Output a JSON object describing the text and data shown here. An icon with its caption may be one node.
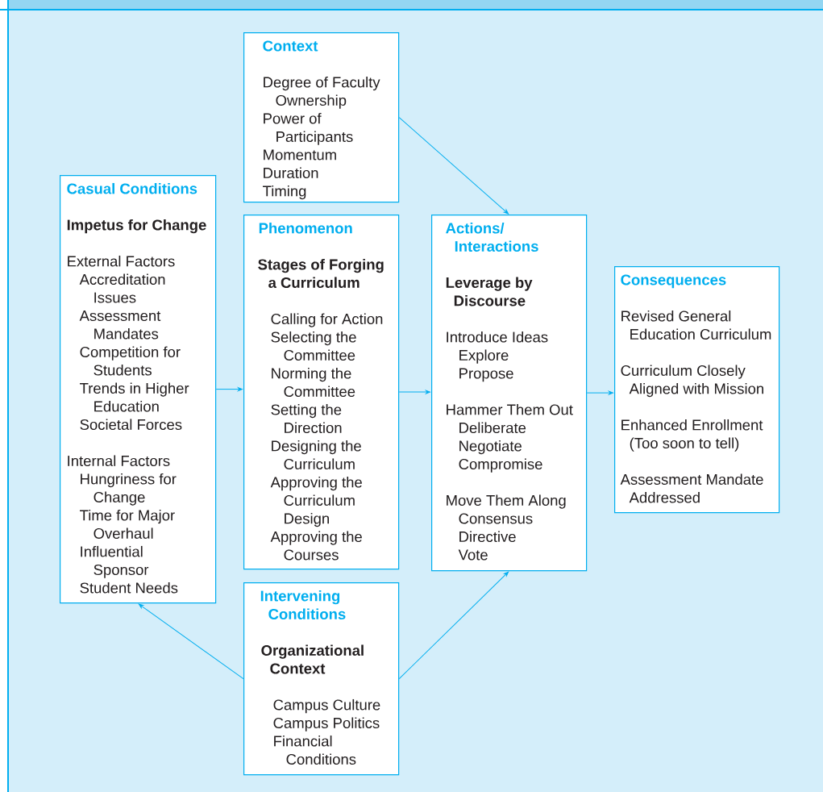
{
  "diagram": {
    "nodes": [
      {
        "text": [
          "Context",
          "Degree of Faculty Ownership",
          "Power of Participants",
          "Momentum",
          "Duration",
          "Timing"
        ]
      },
      {
        "text": [
          "Casual Conditions",
          "Impetus for Change",
          "External Factors",
          "Accreditation Issues",
          "Assessment Mandates",
          "Competition for Students",
          "Trends in Higher Education",
          "Societal Forces",
          "Internal Factors",
          "Hungriness for Change",
          "Time for Major Overhaul",
          "Influential Sponsor",
          "Student Needs"
        ]
      },
      {
        "text": [
          "Phenomenon",
          "Stages of Forging a Curriculum",
          "Calling for Action",
          "Selecting the Committee",
          "Norming the Committee",
          "Setting the Direction",
          "Designing the Curriculum",
          "Approving the Curriculum Design",
          "Approving the Courses"
        ]
      },
      {
        "text": [
          "Actions/ Interactions",
          "Leverage by Discourse",
          "Introduce Ideas",
          "Explore",
          "Propose",
          "Hammer Them Out",
          "Deliberate",
          "Negotiate",
          "Compromise",
          "Move Them Along",
          "Consensus",
          "Directive",
          "Vote"
        ]
      },
      {
        "text": [
          "Consequences",
          "Revised General Education Curriculum",
          "Curriculum Closely Aligned with Mission",
          "Enhanced Enrollment (Too soon to tell)",
          "Assessment Mandate Addressed"
        ]
      },
      {
        "text": [
          "Intervening Conditions",
          "Organizational Context",
          "Campus Culture",
          "Campus Politics",
          "Financial Conditions"
        ]
      }
    ],
    "edges": [
      {
        "from": 1,
        "to": 2,
        "arrow": "to"
      },
      {
        "from": 2,
        "to": 3,
        "arrow": "to"
      },
      {
        "from": 3,
        "to": 4,
        "arrow": "to"
      },
      {
        "from": 0,
        "to": 3,
        "arrow": "to"
      },
      {
        "from": 5,
        "to": 1,
        "arrow": "to"
      },
      {
        "from": 5,
        "to": 3,
        "arrow": "to"
      }
    ]
  }
}
